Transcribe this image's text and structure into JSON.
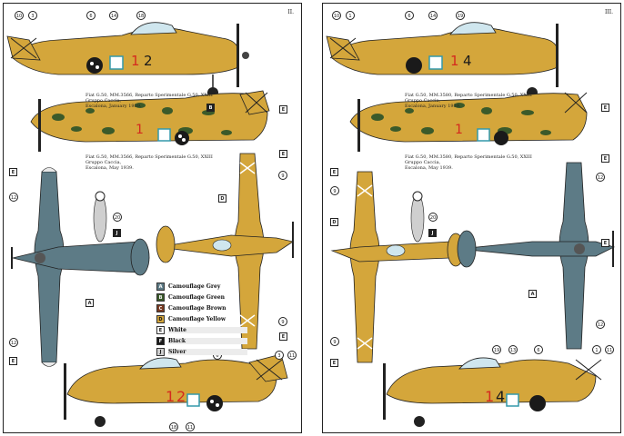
{
  "colors": {
    "camouflage_grey": "#5d7b86",
    "camouflage_green": "#3b5a2a",
    "camouflage_brown": "#7a3a22",
    "camouflage_yellow": "#d4a63b",
    "white": "#ffffff",
    "black": "#1a1a1a",
    "silver": "#cfcfcf",
    "code_red": "#d42a1e"
  },
  "left_sheet": {
    "number": "II.",
    "caption_1": [
      "Fiat G.50, MM.3566, Reparto Sperimentale G.50, XXIII Gruppo Caccia,",
      "Escalona, January 1939."
    ],
    "caption_2": [
      "Fiat G.50, MM.3566, Reparto Sperimentale G.50, XXIII Gruppo Caccia,",
      "Escalona, May 1939."
    ],
    "codes": [
      "1",
      "2"
    ],
    "callouts": [
      "10",
      "3",
      "6",
      "14",
      "18",
      "12",
      "20",
      "12",
      "6",
      "3",
      "11",
      "18",
      "11",
      "9",
      "9"
    ],
    "tags": [
      "B",
      "E",
      "E",
      "E",
      "D",
      "J",
      "A",
      "E",
      "E"
    ]
  },
  "right_sheet": {
    "number": "III.",
    "caption_1": [
      "Fiat G.50, MM.3580, Reparto Sperimentale G.50, XXIII Gruppo Caccia,",
      "Escalona, January 1939."
    ],
    "caption_2": [
      "Fiat G.50, MM.3580, Reparto Sperimentale G.50, XXIII Gruppo Caccia,",
      "Escalona, May 1939."
    ],
    "codes": [
      "1",
      "4"
    ],
    "callouts": [
      "10",
      "1",
      "6",
      "14",
      "19",
      "9",
      "20",
      "9",
      "12",
      "12",
      "19",
      "13",
      "6",
      "1",
      "11"
    ],
    "tags": [
      "E",
      "E",
      "E",
      "D",
      "J",
      "E",
      "A",
      "E"
    ]
  },
  "legend": [
    {
      "key": "A",
      "label": "Camouflage Grey"
    },
    {
      "key": "B",
      "label": "Camouflage Green"
    },
    {
      "key": "C",
      "label": "Camouflage Brown"
    },
    {
      "key": "D",
      "label": "Camouflage Yellow"
    },
    {
      "key": "E",
      "label": "White"
    },
    {
      "key": "F",
      "label": "Black"
    },
    {
      "key": "J",
      "label": "Silver"
    }
  ]
}
